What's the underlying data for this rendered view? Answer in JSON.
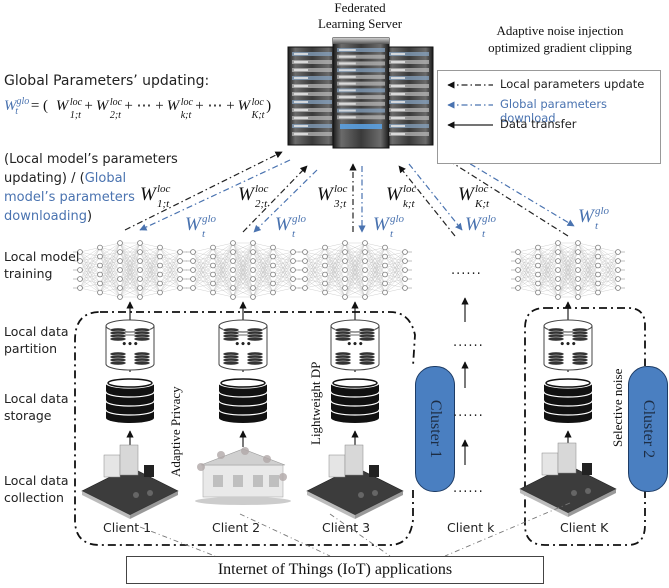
{
  "server": {
    "title_line1": "Federated",
    "title_line2": "Learning Server",
    "icon": "server-rack-icon"
  },
  "notes": {
    "adaptive_line1": "Adaptive noise injection",
    "adaptive_line2": "optimized gradient clipping"
  },
  "legend": {
    "items": [
      {
        "label": "Local parameters update",
        "style": "dash-dot",
        "color": "#222222"
      },
      {
        "label": "Global parameters download",
        "style": "dash-dot",
        "color": "#4a73b0"
      },
      {
        "label": "Data transfer",
        "style": "solid",
        "color": "#222222"
      }
    ]
  },
  "global_update": {
    "title": "Global Parameters’ updating:",
    "lhs": "W",
    "lhs_sub": "t",
    "lhs_sup": "glo",
    "equals": "= (",
    "terms": [
      {
        "w": "W",
        "sup": "loc",
        "sub": "1;t",
        "op": "+"
      },
      {
        "w": "W",
        "sup": "loc",
        "sub": "2;t",
        "op": "+ ⋯ +"
      },
      {
        "w": "W",
        "sup": "loc",
        "sub": "k;t",
        "op": "+ ⋯ +"
      },
      {
        "w": "W",
        "sup": "loc",
        "sub": "K;t",
        "op": ")"
      }
    ]
  },
  "flow_caption": {
    "part1": "(Local model’s parameters updating) / (",
    "part1_a": "(Local model’s parameters",
    "part1_b": "updating) / (",
    "part2_a": "Global",
    "part2_b": "model’s parameters",
    "part2_c": "downloading",
    "part3": ")"
  },
  "row_labels": {
    "training": [
      "Local model",
      "training"
    ],
    "partition": [
      "Local data",
      "partition"
    ],
    "storage": [
      "Local data",
      "storage"
    ],
    "collection": [
      "Local data",
      "collection"
    ]
  },
  "local_weights": [
    {
      "w": "W",
      "sup": "loc",
      "sub": "1;t"
    },
    {
      "w": "W",
      "sup": "loc",
      "sub": "2;t"
    },
    {
      "w": "W",
      "sup": "loc",
      "sub": "3;t"
    },
    {
      "w": "W",
      "sup": "loc",
      "sub": "k;t"
    },
    {
      "w": "W",
      "sup": "loc",
      "sub": "K;t"
    }
  ],
  "global_weight": {
    "w": "W",
    "sup": "glo",
    "sub": "t"
  },
  "privacy_labels": {
    "adaptive": "Adaptive Privacy",
    "lightweight": "Lightweight DP",
    "selective": "Selective noise"
  },
  "clusters": [
    {
      "label": "Cluster 2",
      "color": "#4a7fc1"
    },
    {
      "label": "Cluster 1",
      "color": "#4a7fc1"
    }
  ],
  "clients": [
    "Client 1",
    "Client 2",
    "Client 3",
    "Client k",
    "Client K"
  ],
  "ellipsis": "......",
  "iot": {
    "label": "Internet of Things (IoT) applications"
  }
}
